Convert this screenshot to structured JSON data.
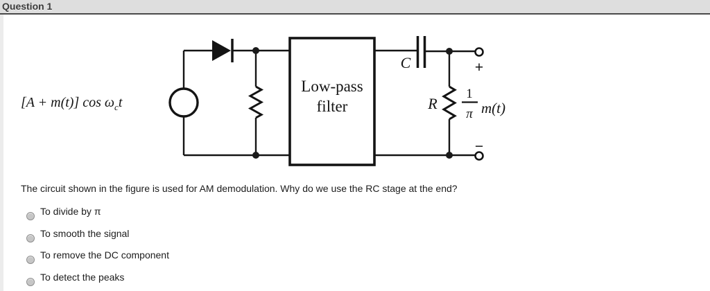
{
  "header": {
    "title": "Question 1"
  },
  "figure": {
    "source_label_main": "[A + m(t)] cos ω",
    "source_label_sub": "c",
    "source_label_tail": "t",
    "filter_label_line1": "Low-pass",
    "filter_label_line2": "filter",
    "capacitor_label": "C",
    "resistor_label": "R",
    "fraction_numerator": "1",
    "fraction_denominator": "π",
    "output_signal_label": "m(t)",
    "plus_terminal": "+",
    "minus_terminal": "−"
  },
  "question": {
    "text": "The circuit shown in the figure is used for AM demodulation. Why do we use the RC stage at the end?"
  },
  "options": [
    {
      "label": "To divide by π"
    },
    {
      "label": "To smooth the signal"
    },
    {
      "label": "To remove the DC component"
    },
    {
      "label": "To detect the peaks"
    }
  ],
  "colors": {
    "header_bg": "#dedede",
    "header_text": "#3b3b3b",
    "divider": "#4a4a4a",
    "ink": "#141414",
    "radio_fill": "#c6c6c6",
    "radio_border": "#8f8f8f"
  }
}
